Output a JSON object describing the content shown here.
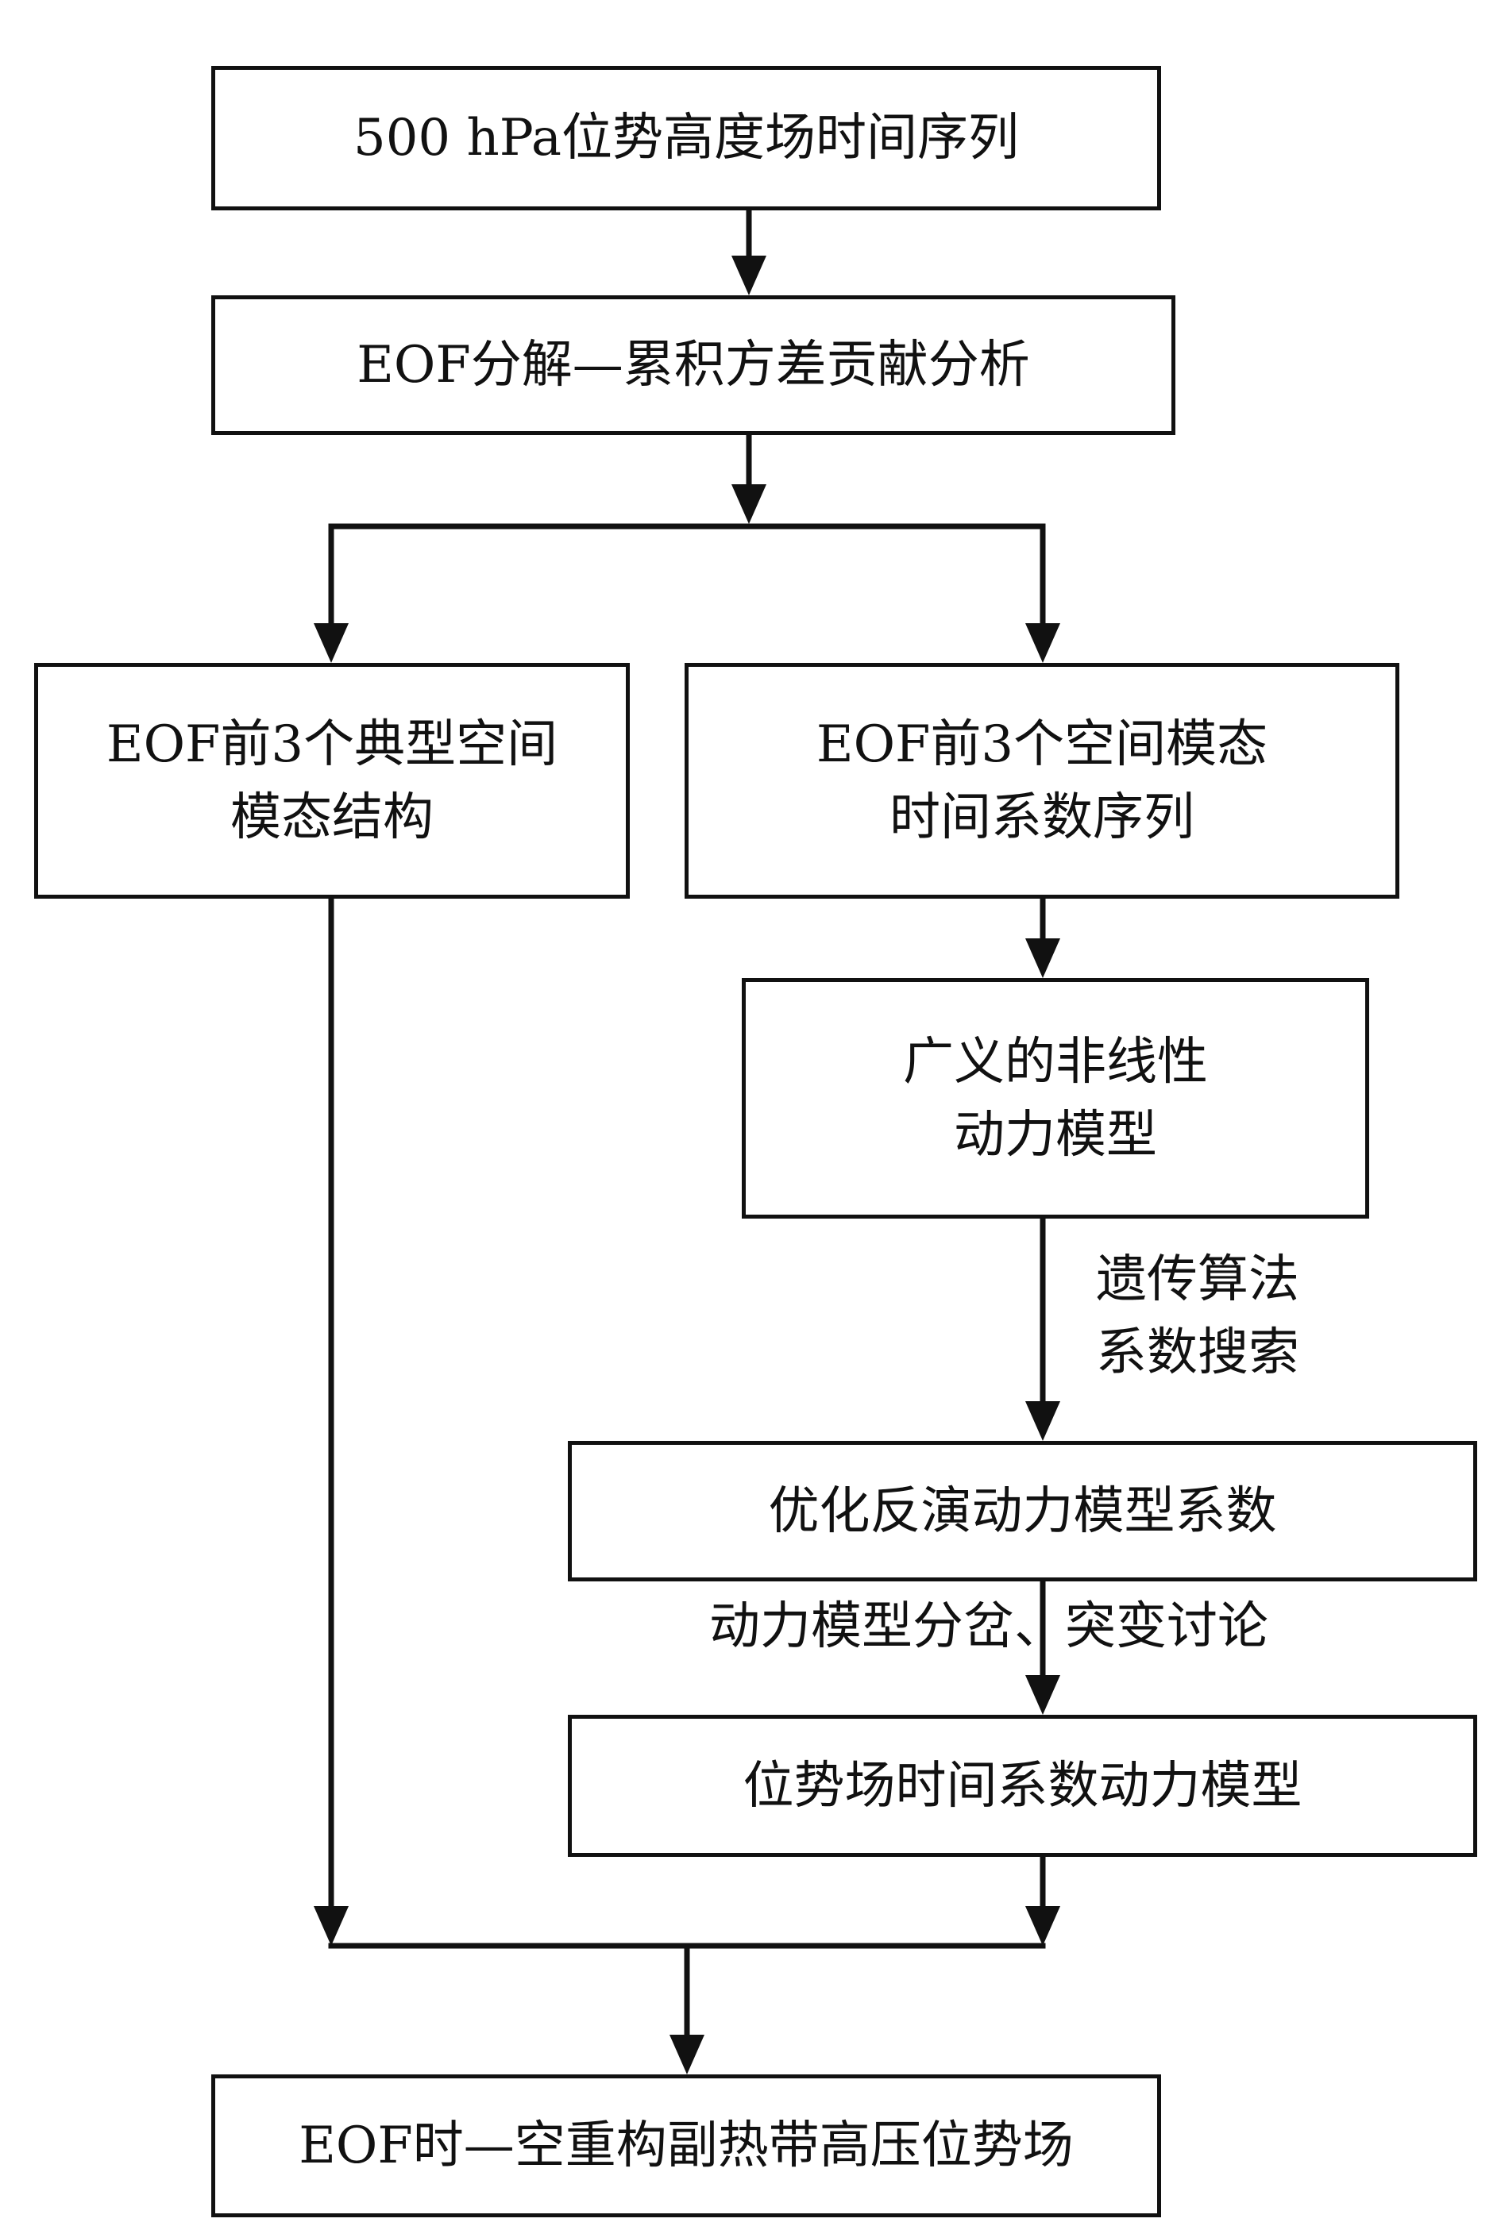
{
  "flowchart": {
    "nodes": {
      "geopotential_series": {
        "label": "500 hPa位势高度场时间序列"
      },
      "eof_decomposition": {
        "label": "EOF分解—累积方差贡献分析"
      },
      "spatial_modes": {
        "label": "EOF前3个典型空间\n模态结构"
      },
      "time_coefficients": {
        "label": "EOF前3个空间模态\n时间系数序列"
      },
      "nonlinear_model": {
        "label": "广义的非线性\n动力模型"
      },
      "optimized_coefficients": {
        "label": "优化反演动力模型系数"
      },
      "coefficient_dynamic_model": {
        "label": "位势场时间系数动力模型"
      },
      "reconstruction": {
        "label": "EOF时—空重构副热带高压位势场"
      }
    },
    "edge_labels": {
      "genetic_search": "遗传算法\n系数搜索",
      "bifurcation_discussion": "动力模型分岔、突变讨论"
    }
  }
}
